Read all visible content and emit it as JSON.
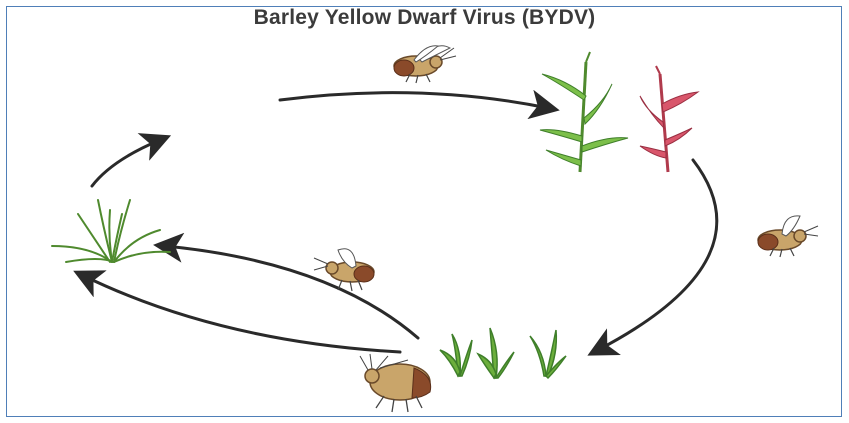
{
  "title": "Barley Yellow Dwarf Virus  (BYDV)",
  "colors": {
    "frame": "#4f7fb8",
    "arrow": "#2a2a2a",
    "green_leaf": "#6cae3c",
    "green_leaf_dark": "#3f7f2a",
    "red_leaf": "#c8465a",
    "aphid_body": "#c9a56a",
    "aphid_abdomen": "#8a4a2a"
  },
  "diagram": {
    "stages": [
      {
        "id": "grass-host",
        "icon": "grass-tuft-icon"
      },
      {
        "id": "infected-crop",
        "icon": "green-and-red-cereal-plants-icon"
      },
      {
        "id": "seedlings",
        "icon": "cereal-seedlings-icon"
      }
    ],
    "vectors": [
      {
        "id": "winged-aphid-top",
        "icon": "winged-aphid-icon"
      },
      {
        "id": "winged-aphid-right",
        "icon": "winged-aphid-icon"
      },
      {
        "id": "winged-aphid-left",
        "icon": "winged-aphid-icon"
      },
      {
        "id": "wingless-aphid-bottom",
        "icon": "wingless-aphid-icon"
      }
    ]
  }
}
